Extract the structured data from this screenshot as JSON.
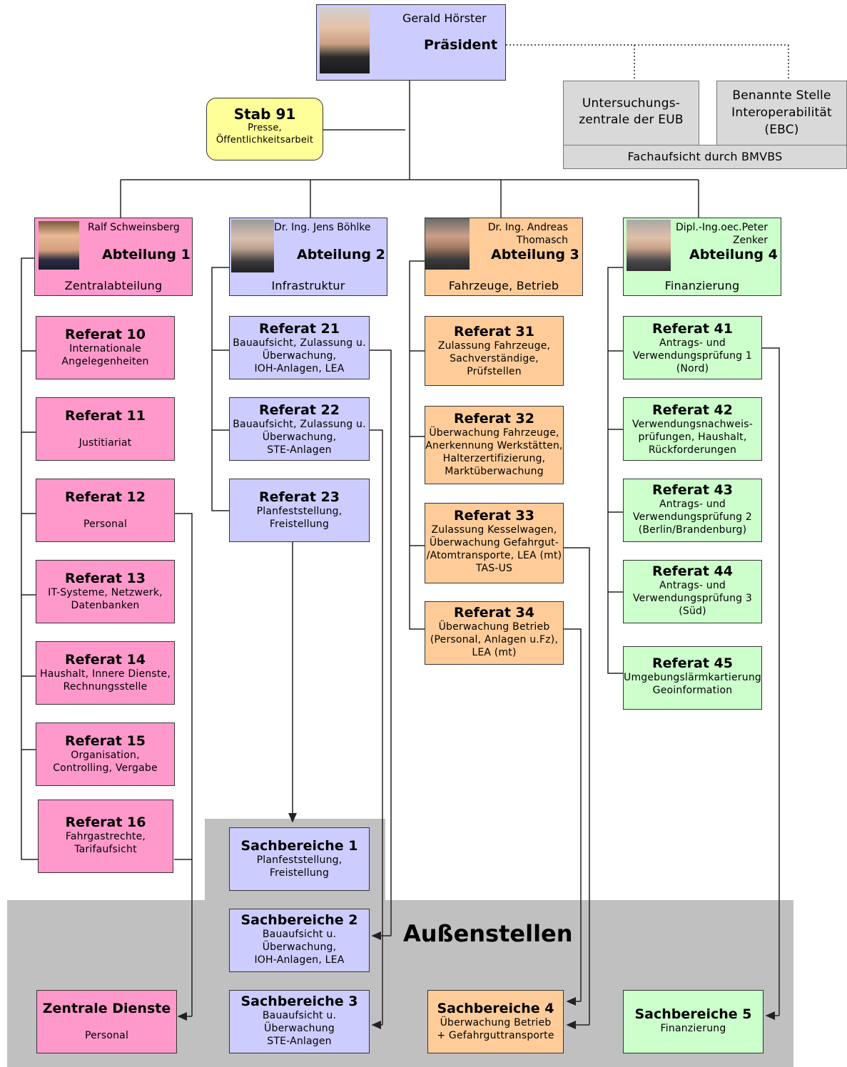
{
  "president": {
    "name": "Gerald Hörster",
    "title": "Präsident"
  },
  "staff": {
    "title": "Stab 91",
    "line1": "Presse,",
    "line2": "Öffentlichkeitsarbeit"
  },
  "external": {
    "eub_line1": "Untersuchungs-",
    "eub_line2": "zentrale der EUB",
    "ebc_line1": "Benannte Stelle",
    "ebc_line2": "Interoperabilität",
    "ebc_line3": "(EBC)",
    "supervision": "Fachaufsicht durch BMVBS"
  },
  "departments": [
    {
      "name": "Ralf Schweinsberg",
      "title": "Abteilung 1",
      "subtitle": "Zentralabteilung"
    },
    {
      "name": "Dr. Ing. Jens Böhlke",
      "title": "Abteilung 2",
      "subtitle": "Infrastruktur"
    },
    {
      "name_line1": "Dr. Ing. Andreas",
      "name_line2": "Thomasch",
      "title": "Abteilung 3",
      "subtitle": "Fahrzeuge, Betrieb"
    },
    {
      "name_line1": "Dipl.-Ing.oec.Peter",
      "name_line2": "Zenker",
      "title": "Abteilung 4",
      "subtitle": "Finanzierung"
    }
  ],
  "referate": {
    "r10": {
      "title": "Referat 10",
      "lines": [
        "Internationale",
        "Angelegenheiten"
      ]
    },
    "r11": {
      "title": "Referat 11",
      "lines": [
        "Justitiariat"
      ]
    },
    "r12": {
      "title": "Referat 12",
      "lines": [
        "Personal"
      ]
    },
    "r13": {
      "title": "Referat 13",
      "lines": [
        "IT-Systeme, Netzwerk,",
        "Datenbanken"
      ]
    },
    "r14": {
      "title": "Referat 14",
      "lines": [
        "Haushalt, Innere Dienste,",
        "Rechnungsstelle"
      ]
    },
    "r15": {
      "title": "Referat 15",
      "lines": [
        "Organisation,",
        "Controlling, Vergabe"
      ]
    },
    "r16": {
      "title": "Referat 16",
      "lines": [
        "Fahrgastrechte,",
        "Tarifaufsicht"
      ]
    },
    "r21": {
      "title": "Referat 21",
      "lines": [
        "Bauaufsicht, Zulassung u.",
        "Überwachung,",
        "IOH-Anlagen, LEA"
      ]
    },
    "r22": {
      "title": "Referat 22",
      "lines": [
        "Bauaufsicht, Zulassung u.",
        "Überwachung,",
        "STE-Anlagen"
      ]
    },
    "r23": {
      "title": "Referat 23",
      "lines": [
        "Planfeststellung,",
        "Freistellung"
      ]
    },
    "r31": {
      "title": "Referat 31",
      "lines": [
        "Zulassung Fahrzeuge,",
        "Sachverständige,",
        "Prüfstellen"
      ]
    },
    "r32": {
      "title": "Referat 32",
      "lines": [
        "Überwachung Fahrzeuge,",
        "Anerkennung Werkstätten,",
        "Halterzertifizierung,",
        "Marktüberwachung"
      ]
    },
    "r33": {
      "title": "Referat 33",
      "lines": [
        "Zulassung Kesselwagen,",
        "Überwachung Gefahrgut-",
        "/Atomtransporte, LEA (mt)",
        "TAS-US"
      ]
    },
    "r34": {
      "title": "Referat 34",
      "lines": [
        "Überwachung Betrieb",
        "(Personal, Anlagen u.Fz),",
        "LEA (mt)"
      ]
    },
    "r41": {
      "title": "Referat 41",
      "lines": [
        "Antrags- und",
        "Verwendungsprüfung 1",
        "(Nord)"
      ]
    },
    "r42": {
      "title": "Referat 42",
      "lines": [
        "Verwendungsnachweis-",
        "prüfungen, Haushalt,",
        "Rückforderungen"
      ]
    },
    "r43": {
      "title": "Referat 43",
      "lines": [
        "Antrags- und",
        "Verwendungsprüfung 2",
        "(Berlin/Brandenburg)"
      ]
    },
    "r44": {
      "title": "Referat 44",
      "lines": [
        "Antrags- und",
        "Verwendungsprüfung 3",
        "(Süd)"
      ]
    },
    "r45": {
      "title": "Referat 45",
      "lines": [
        "Umgebungslärmkartierung",
        "Geoinformation"
      ]
    }
  },
  "outposts": {
    "label": "Außenstellen",
    "sb1": {
      "title": "Sachbereiche 1",
      "lines": [
        "Planfeststellung,",
        "Freistellung"
      ]
    },
    "sb2": {
      "title": "Sachbereiche 2",
      "lines": [
        "Bauaufsicht u.",
        "Überwachung,",
        "IOH-Anlagen, LEA"
      ]
    },
    "sb3": {
      "title": "Sachbereiche 3",
      "lines": [
        "Bauaufsicht u.",
        "Überwachung",
        "STE-Anlagen"
      ]
    },
    "sb4": {
      "title": "Sachbereiche 4",
      "lines": [
        "Überwachung Betrieb",
        "+ Gefahrguttransporte"
      ]
    },
    "sb5": {
      "title": "Sachbereiche 5",
      "lines": [
        "Finanzierung"
      ]
    },
    "zd": {
      "title": "Zentrale Dienste",
      "lines": [
        "Personal"
      ]
    }
  }
}
